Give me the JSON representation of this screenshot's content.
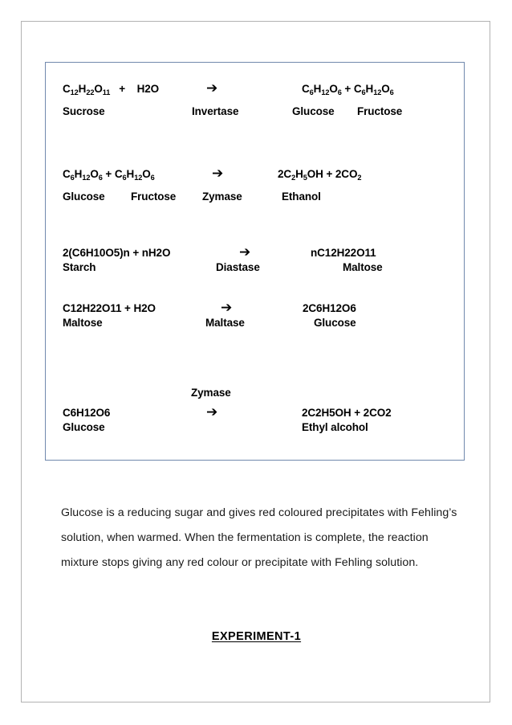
{
  "document": {
    "type": "chemistry-lab-record-page",
    "page_border_color": "#b2b2b2",
    "box_border_color": "#7189ad",
    "arrow_glyph": "➔"
  },
  "reaction_box": {
    "reactions": [
      {
        "id": "sucrose-hydrolysis",
        "reactant_formula_html": "C<sub>12</sub>H<sub>22</sub>O<sub>11</sub>   +    H2O",
        "reactant_label": "Sucrose",
        "enzyme": "Invertase",
        "product_formula_html": "C<sub>6</sub>H<sub>12</sub>O<sub>6</sub> + C<sub>6</sub>H<sub>12</sub>O<sub>6</sub>",
        "product_label_left": "Glucose",
        "product_label_right": "Fructose"
      },
      {
        "id": "fermentation-zymase",
        "reactant_formula_html": "C<sub>6</sub>H<sub>12</sub>O<sub>6</sub> + C<sub>6</sub>H<sub>12</sub>O<sub>6</sub>",
        "reactant_label_left": "Glucose",
        "reactant_label_right": "Fructose",
        "enzyme": "Zymase",
        "product_formula_html": "2C<sub>2</sub>H<sub>5</sub>OH + 2CO<sub>2</sub>",
        "product_label": "Ethanol"
      },
      {
        "id": "starch-diastase",
        "reactant_formula": "2(C6H10O5)n + nH2O",
        "reactant_label": "Starch",
        "enzyme": "Diastase",
        "product_formula": "nC12H22O11",
        "product_label": "Maltose"
      },
      {
        "id": "maltose-maltase",
        "reactant_formula": "C12H22O11 + H2O",
        "reactant_label": "Maltose",
        "enzyme": "Maltase",
        "product_formula": "2C6H12O6",
        "product_label": "Glucose"
      },
      {
        "id": "glucose-zymase",
        "reactant_formula": "C6H12O6",
        "reactant_label": "Glucose",
        "enzyme_above_arrow": "Zymase",
        "product_formula": "2C2H5OH + 2CO2",
        "product_label": "Ethyl alcohol"
      }
    ]
  },
  "body": {
    "paragraph": "Glucose is a reducing sugar and gives red coloured precipitates with Fehling’s solution, when warmed. When the fermentation is complete, the reaction mixture stops giving any red colour or precipitate with Fehling solution."
  },
  "experiment_heading": {
    "text": "EXPERIMENT-1"
  }
}
